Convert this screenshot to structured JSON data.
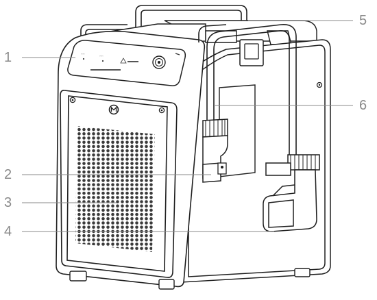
{
  "callouts": [
    {
      "number": "1",
      "part": "control-panel"
    },
    {
      "number": "2",
      "part": "side-port"
    },
    {
      "number": "3",
      "part": "air-vent-grille"
    },
    {
      "number": "4",
      "part": "cable-clamp"
    },
    {
      "number": "5",
      "part": "carry-handle"
    },
    {
      "number": "6",
      "part": "handle-bar"
    }
  ],
  "colors": {
    "line": "#1e1e1e",
    "callout": "#8a8a8a",
    "body_fill": "#ffffff",
    "dark": "#2a2a2a"
  },
  "icons": [
    "power-button-icon",
    "logo-badge-icon",
    "warning-icon"
  ]
}
